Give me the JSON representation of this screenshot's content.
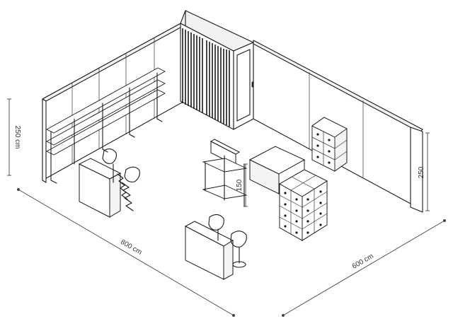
{
  "dimensions": {
    "height_left": "250 cm",
    "height_right": "250",
    "width": "800 cm",
    "depth": "600 cm",
    "counter_height": "150"
  }
}
